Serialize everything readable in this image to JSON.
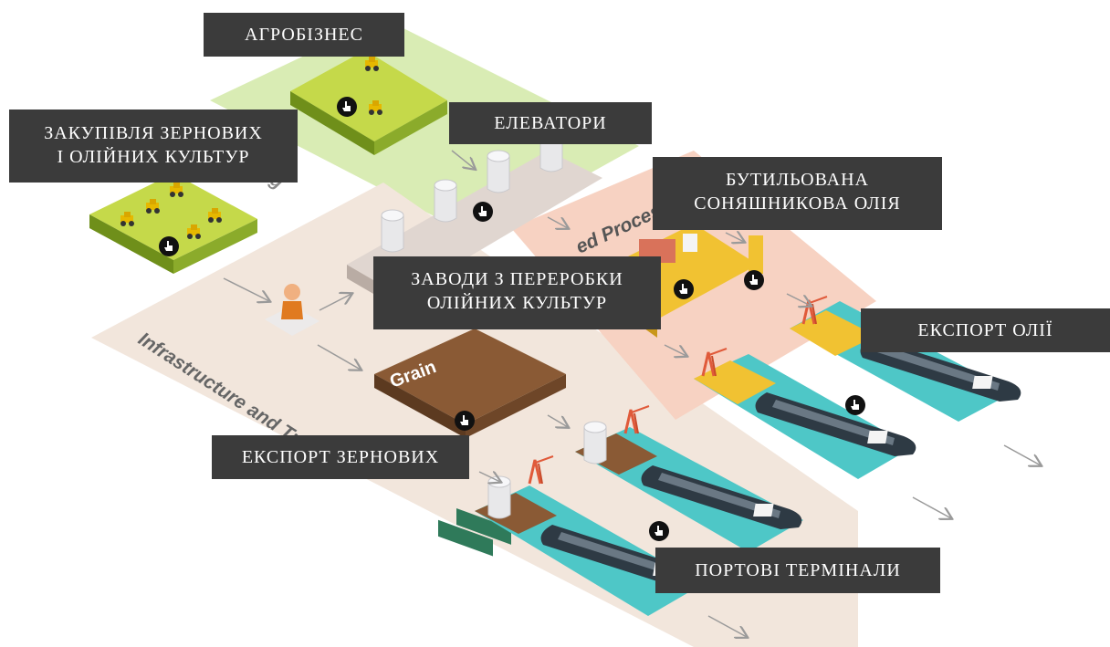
{
  "scene": {
    "zones": {
      "sourcing": "ing",
      "processing": "ed Processing",
      "infrastructure": "Infrastructure and Tr",
      "grain_sign": "Grain"
    }
  },
  "labels": {
    "agribusiness": "АГРОБІЗНЕС",
    "procurement_line1": "ЗАКУПІВЛЯ ЗЕРНОВИХ",
    "procurement_line2": "І ОЛІЙНИХ КУЛЬТУР",
    "elevators": "ЕЛЕВАТОРИ",
    "bottled_oil_line1": "БУТИЛЬОВАНА",
    "bottled_oil_line2": "СОНЯШНИКОВА ОЛІЯ",
    "crushing_plants_line1": "ЗАВОДИ З ПЕРЕРОБКИ",
    "crushing_plants_line2": "ОЛІЙНИХ КУЛЬТУР",
    "oil_export": "ЕКСПОРТ ОЛІЇ",
    "grain_export": "ЕКСПОРТ ЗЕРНОВИХ",
    "port_terminals": "ПОРТОВІ ТЕРМІНАЛИ"
  },
  "icons": {
    "hotspot": "pointer-hand-icon",
    "arrow": "flow-arrow-icon"
  },
  "colors": {
    "label_bg": "#3b3b3b",
    "label_text": "#ffffff",
    "field_green": "#c5d94a",
    "zone_green": "#d9ecb4",
    "zone_beige": "#f2e6dc",
    "zone_pink": "#f7d2c2",
    "water": "#4ec7c7",
    "quay_yellow": "#f1c232",
    "grain_brown": "#8a5a35",
    "hotspot": "#111111"
  }
}
